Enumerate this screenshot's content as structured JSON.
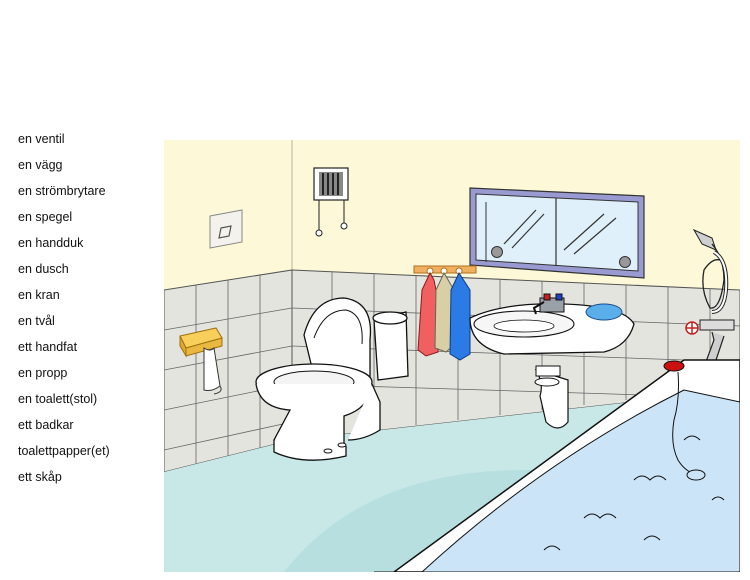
{
  "vocabulary": {
    "words": [
      "en ventil",
      "en vägg",
      "en strömbrytare",
      "en spegel",
      "en handduk",
      "en dusch",
      "en kran",
      "en tvål",
      "ett handfat",
      "en propp",
      "en toalett(stol)",
      "ett badkar",
      "toalettpapper(et)",
      "ett skåp"
    ]
  },
  "illustration": {
    "subject": "bathroom",
    "colors": {
      "wall": "#fcf8d8",
      "tiles": "#e3e4de",
      "floor": "#c8e8e8",
      "bath_water": "#cce4f8",
      "towel_red": "#f06060",
      "towel_beige": "#d8cfa6",
      "towel_blue": "#2a7be6",
      "soap": "#5aaeea",
      "cabinet_frame": "#9a9ad2",
      "mirror_glass": "#dff0fa",
      "paper_holder": "#f8cf5a",
      "plug_red": "#cc1010"
    }
  }
}
